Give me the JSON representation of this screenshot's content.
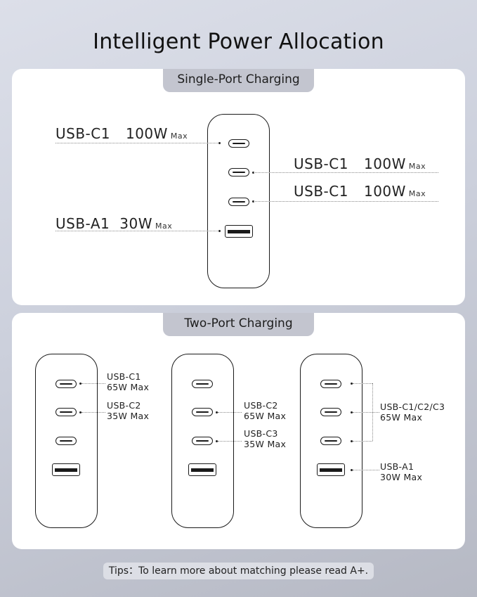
{
  "title": "Intelligent Power Allocation",
  "single_port": {
    "tab_label": "Single-Port Charging",
    "labels": [
      {
        "port": "USB-C1",
        "power": "100W",
        "suffix": "Max"
      },
      {
        "port": "USB-C1",
        "power": "100W",
        "suffix": "Max"
      },
      {
        "port": "USB-C1",
        "power": "100W",
        "suffix": "Max"
      },
      {
        "port": "USB-A1",
        "power": "30W",
        "suffix": "Max"
      }
    ]
  },
  "two_port": {
    "tab_label": "Two-Port Charging",
    "configs": [
      {
        "labels": [
          {
            "port": "USB-C1",
            "power": "65W Max"
          },
          {
            "port": "USB-C2",
            "power": "35W Max"
          }
        ]
      },
      {
        "labels": [
          {
            "port": "USB-C2",
            "power": "65W Max"
          },
          {
            "port": "USB-C3",
            "power": "35W Max"
          }
        ]
      },
      {
        "labels": [
          {
            "port": "USB-C1/C2/C3",
            "power": "65W Max"
          },
          {
            "port": "USB-A1",
            "power": "30W Max"
          }
        ]
      }
    ]
  },
  "tips": "Tips：To learn more about matching please read A+.",
  "colors": {
    "background": "#d3d6e0",
    "panel": "#ffffff",
    "tab": "#c3c5cf",
    "outline": "#1a1a1a"
  }
}
